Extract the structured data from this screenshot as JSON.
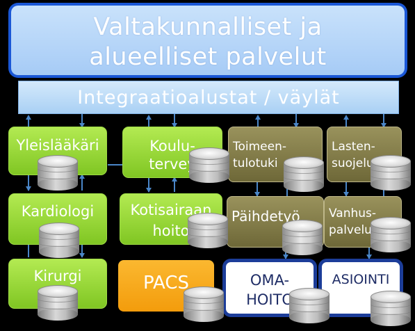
{
  "banner": {
    "line1": "Valtakunnalliset ja",
    "line2": "alueelliset palvelut"
  },
  "integration": {
    "label": "Integraatioalustat / väylät"
  },
  "services": {
    "yleislaakari": "Yleislääkäri",
    "kardiologi": "Kardiologi",
    "kirurgi": "Kirurgi",
    "koulu_line1": "Koulu-",
    "koulu_line2": "tervey",
    "kotisairaan_line1": "Kotisairaan",
    "kotisairaan_line2": "hoito",
    "pacs": "PACS",
    "toimeen_line1": "Toimeen-",
    "toimeen_line2": "tulotuki",
    "paihdetyo": "Päihdetyö",
    "oma_line1": "OMA-",
    "oma_line2": "HOITO",
    "lasten_line1": "Lasten-",
    "lasten_line2": "suojelu",
    "vanhus_line1": "Vanhus-",
    "vanhus_line2": "palvelut",
    "asiointi": "ASIOINTI"
  },
  "colors": {
    "banner_border": "#1a57d6",
    "banner_fill": "#b8d7f9",
    "green_box": "#9ad93c",
    "olive_box": "#847d4a",
    "pacs_box": "#f5a81c",
    "portal_border": "#1c3d99",
    "connector": "#4a86c8"
  },
  "icons": {
    "database": "database-icon"
  }
}
